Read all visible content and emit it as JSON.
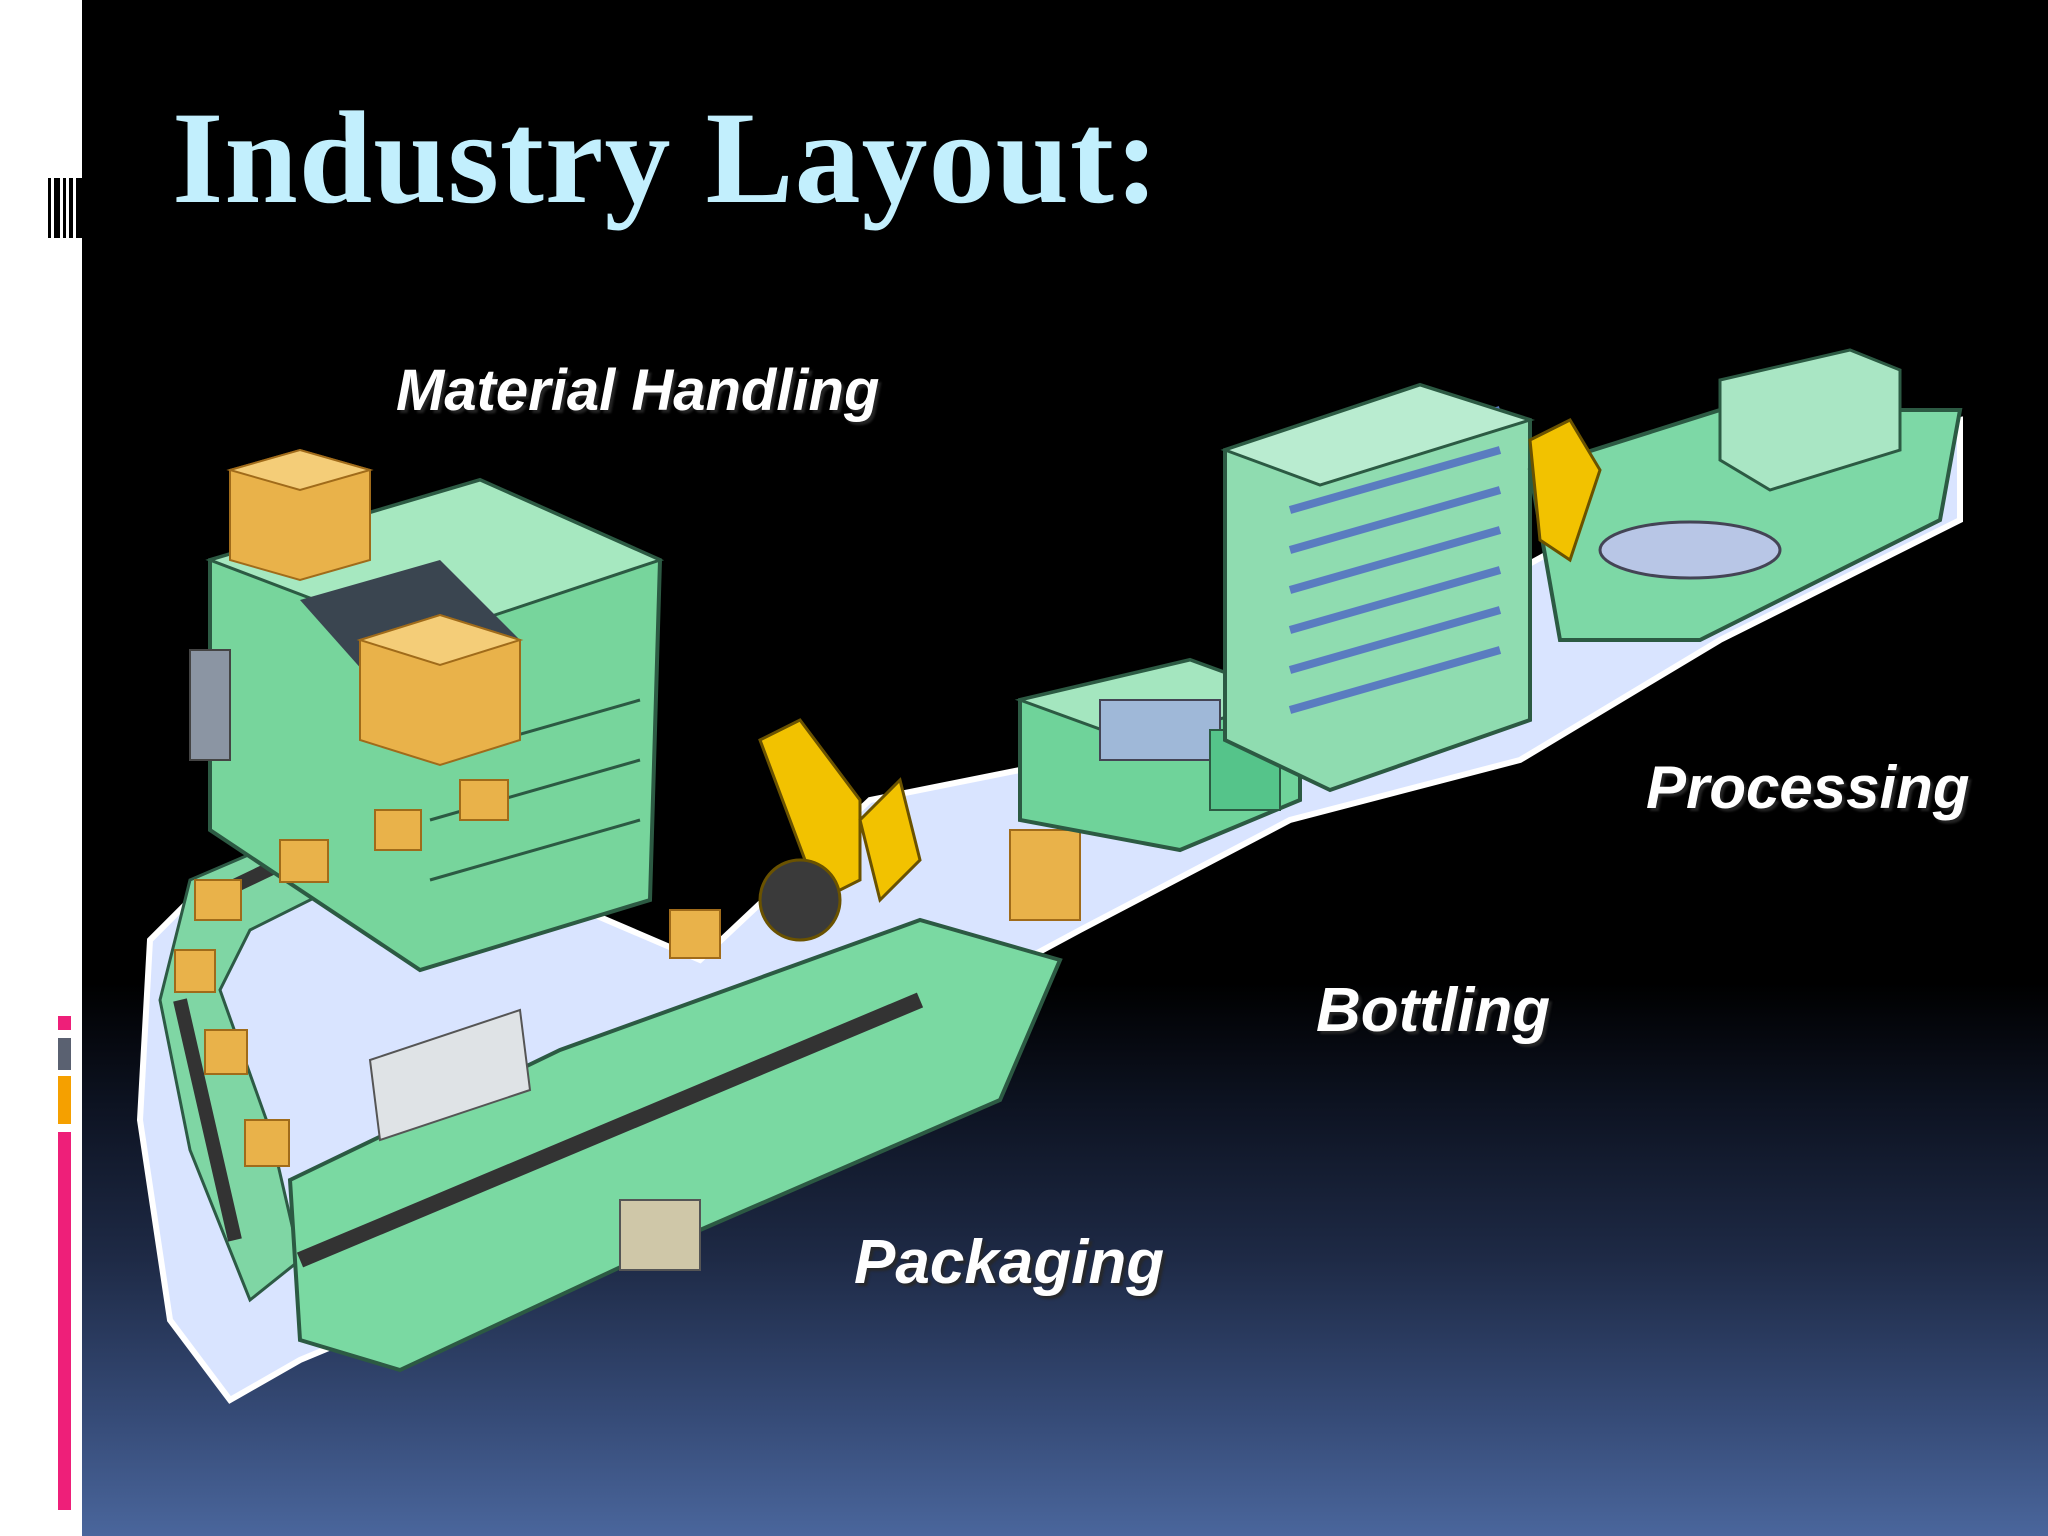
{
  "slide": {
    "title": "Industry Layout:",
    "labels": {
      "material_handling": "Material Handling",
      "processing": "Processing",
      "bottling": "Bottling",
      "packaging": "Packaging"
    }
  },
  "colors": {
    "title": "#c2effd",
    "label": "#ffffff",
    "accent_pink": "#ee1f79",
    "accent_gray": "#5a6171",
    "accent_amber": "#f5a000",
    "machine_green": "#5fd18e",
    "box_amber": "#e9b24a",
    "robot_yellow": "#f2c200"
  },
  "illustration": {
    "icon": "factory-production-line-icon"
  }
}
